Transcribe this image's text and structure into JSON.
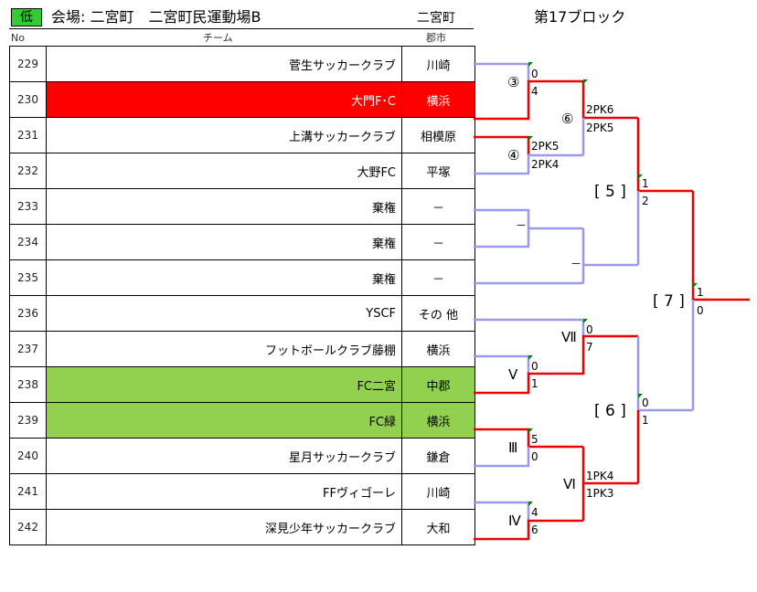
{
  "header": {
    "grade": "低",
    "venue": "会場: 二宮町　二宮町民運動場B",
    "region": "二宮町",
    "block": "第17ブロック"
  },
  "columns": {
    "no": "No",
    "team": "チーム",
    "city": "郡市"
  },
  "teams": [
    {
      "no": "229",
      "name": "菅生サッカークラブ",
      "city": "川崎"
    },
    {
      "no": "230",
      "name": "大門F･C",
      "city": "横浜"
    },
    {
      "no": "231",
      "name": "上溝サッカークラブ",
      "city": "相模原"
    },
    {
      "no": "232",
      "name": "大野FC",
      "city": "平塚"
    },
    {
      "no": "233",
      "name": "棄権",
      "city": "－"
    },
    {
      "no": "234",
      "name": "棄権",
      "city": "－"
    },
    {
      "no": "235",
      "name": "棄権",
      "city": "－"
    },
    {
      "no": "236",
      "name": "YSCF",
      "city": "その 他"
    },
    {
      "no": "237",
      "name": "フットボールクラブ藤棚",
      "city": "横浜"
    },
    {
      "no": "238",
      "name": "FC二宮",
      "city": "中郡"
    },
    {
      "no": "239",
      "name": "FC緑",
      "city": "横浜"
    },
    {
      "no": "240",
      "name": "星月サッカークラブ",
      "city": "鎌倉"
    },
    {
      "no": "241",
      "name": "FFヴィゴーレ",
      "city": "川崎"
    },
    {
      "no": "242",
      "name": "深見少年サッカークラブ",
      "city": "大和"
    }
  ],
  "matches": {
    "m3": {
      "label": "③",
      "s1": "0",
      "s2": "4"
    },
    "m4": {
      "label": "④",
      "s1": "2PK5",
      "s2": "2PK4"
    },
    "dash1": {
      "label": "－"
    },
    "dash2": {
      "label": "－"
    },
    "m6": {
      "label": "⑥",
      "s1": "2PK6",
      "s2": "2PK5"
    },
    "b5": {
      "label": "[ 5 ]",
      "s1": "1",
      "s2": "2"
    },
    "r7": {
      "label": "Ⅶ",
      "s1": "0",
      "s2": "7"
    },
    "r5": {
      "label": "Ⅴ",
      "s1": "0",
      "s2": "1"
    },
    "r3": {
      "label": "Ⅲ",
      "s1": "5",
      "s2": "0"
    },
    "r4": {
      "label": "Ⅳ",
      "s1": "4",
      "s2": "6"
    },
    "r6": {
      "label": "Ⅵ",
      "s1": "1PK4",
      "s2": "1PK3"
    },
    "b6": {
      "label": "[ 6 ]",
      "s1": "0",
      "s2": "1"
    },
    "b7": {
      "label": "[ 7 ]",
      "s1": "1",
      "s2": "0"
    }
  },
  "colors": {
    "winner_line": "#ee0000",
    "loser_line": "#9999ee",
    "highlight_red": "#ff0000",
    "highlight_green": "#92d050",
    "badge": "#33cc33"
  }
}
